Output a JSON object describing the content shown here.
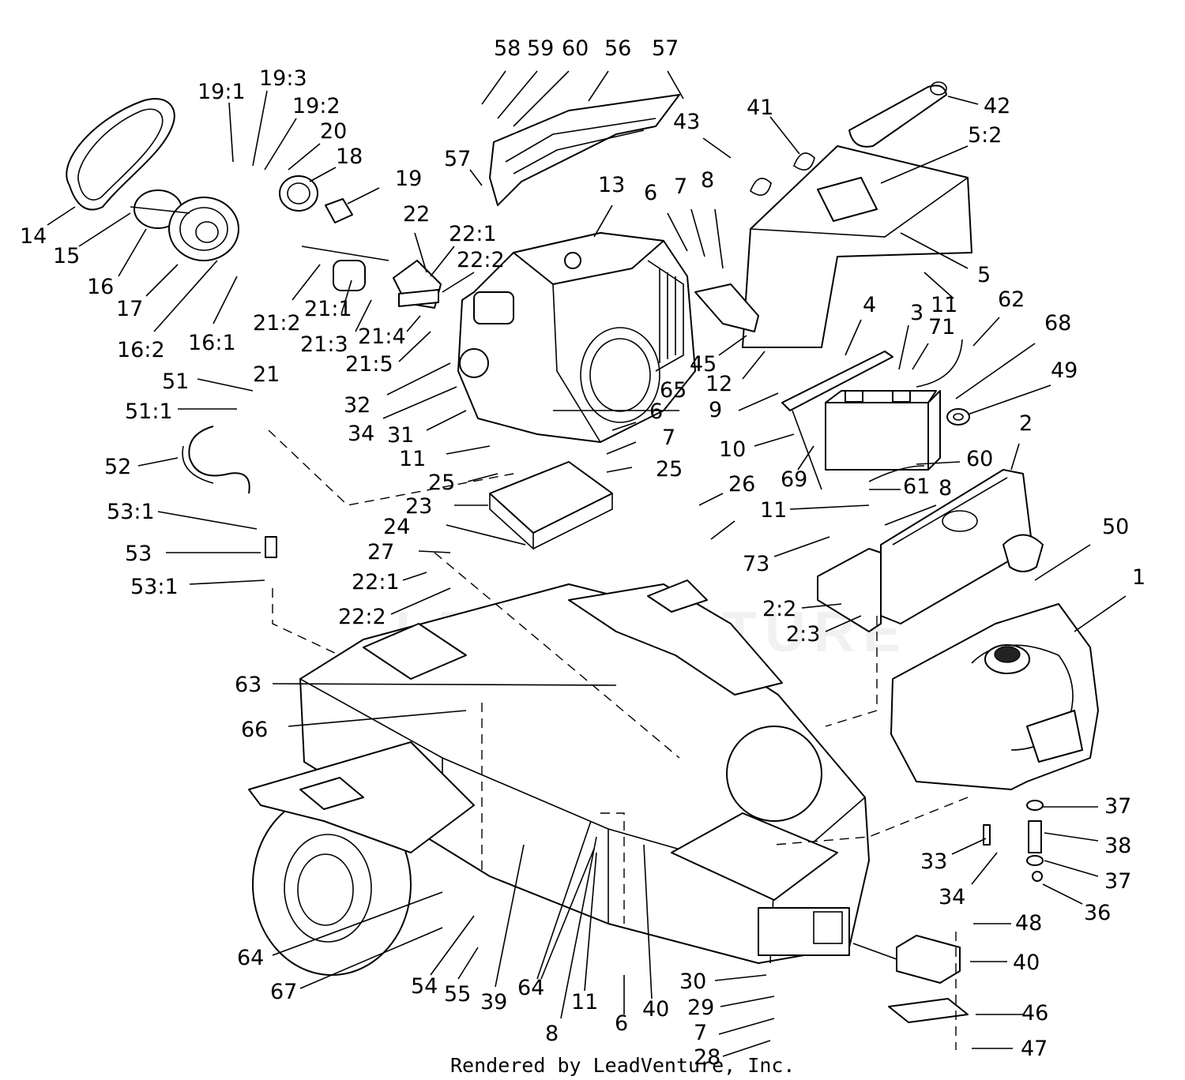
{
  "footer": "Rendered by LeadVenture, Inc.",
  "watermark": "LEADVENTURE",
  "callouts": [
    {
      "id": "1",
      "text": "1"
    },
    {
      "id": "2",
      "text": "2"
    },
    {
      "id": "2_2",
      "text": "2:2"
    },
    {
      "id": "2_3",
      "text": "2:3"
    },
    {
      "id": "3",
      "text": "3"
    },
    {
      "id": "4",
      "text": "4"
    },
    {
      "id": "5",
      "text": "5"
    },
    {
      "id": "5_2",
      "text": "5:2"
    },
    {
      "id": "6a",
      "text": "6"
    },
    {
      "id": "6b",
      "text": "6"
    },
    {
      "id": "6c",
      "text": "6"
    },
    {
      "id": "7a",
      "text": "7"
    },
    {
      "id": "7b",
      "text": "7"
    },
    {
      "id": "7c",
      "text": "7"
    },
    {
      "id": "8a",
      "text": "8"
    },
    {
      "id": "8b",
      "text": "8"
    },
    {
      "id": "8c",
      "text": "8"
    },
    {
      "id": "9",
      "text": "9"
    },
    {
      "id": "10",
      "text": "10"
    },
    {
      "id": "11a",
      "text": "11"
    },
    {
      "id": "11b",
      "text": "11"
    },
    {
      "id": "11c",
      "text": "11"
    },
    {
      "id": "11d",
      "text": "11"
    },
    {
      "id": "12",
      "text": "12"
    },
    {
      "id": "13",
      "text": "13"
    },
    {
      "id": "14",
      "text": "14"
    },
    {
      "id": "15",
      "text": "15"
    },
    {
      "id": "16",
      "text": "16"
    },
    {
      "id": "16_1",
      "text": "16:1"
    },
    {
      "id": "16_2",
      "text": "16:2"
    },
    {
      "id": "17",
      "text": "17"
    },
    {
      "id": "18",
      "text": "18"
    },
    {
      "id": "19",
      "text": "19"
    },
    {
      "id": "19_1",
      "text": "19:1"
    },
    {
      "id": "19_2",
      "text": "19:2"
    },
    {
      "id": "19_3",
      "text": "19:3"
    },
    {
      "id": "20",
      "text": "20"
    },
    {
      "id": "21",
      "text": "21"
    },
    {
      "id": "21_1",
      "text": "21:1"
    },
    {
      "id": "21_2",
      "text": "21:2"
    },
    {
      "id": "21_3",
      "text": "21:3"
    },
    {
      "id": "21_4",
      "text": "21:4"
    },
    {
      "id": "21_5",
      "text": "21:5"
    },
    {
      "id": "22",
      "text": "22"
    },
    {
      "id": "22_1a",
      "text": "22:1"
    },
    {
      "id": "22_1b",
      "text": "22:1"
    },
    {
      "id": "22_2a",
      "text": "22:2"
    },
    {
      "id": "22_2b",
      "text": "22:2"
    },
    {
      "id": "23",
      "text": "23"
    },
    {
      "id": "24",
      "text": "24"
    },
    {
      "id": "25a",
      "text": "25"
    },
    {
      "id": "25b",
      "text": "25"
    },
    {
      "id": "26",
      "text": "26"
    },
    {
      "id": "27",
      "text": "27"
    },
    {
      "id": "28",
      "text": "28"
    },
    {
      "id": "29",
      "text": "29"
    },
    {
      "id": "30",
      "text": "30"
    },
    {
      "id": "31",
      "text": "31"
    },
    {
      "id": "32",
      "text": "32"
    },
    {
      "id": "33",
      "text": "33"
    },
    {
      "id": "34a",
      "text": "34"
    },
    {
      "id": "34b",
      "text": "34"
    },
    {
      "id": "36",
      "text": "36"
    },
    {
      "id": "37a",
      "text": "37"
    },
    {
      "id": "37b",
      "text": "37"
    },
    {
      "id": "38",
      "text": "38"
    },
    {
      "id": "39",
      "text": "39"
    },
    {
      "id": "40a",
      "text": "40"
    },
    {
      "id": "40b",
      "text": "40"
    },
    {
      "id": "41",
      "text": "41"
    },
    {
      "id": "42",
      "text": "42"
    },
    {
      "id": "43",
      "text": "43"
    },
    {
      "id": "45",
      "text": "45"
    },
    {
      "id": "46",
      "text": "46"
    },
    {
      "id": "47",
      "text": "47"
    },
    {
      "id": "48",
      "text": "48"
    },
    {
      "id": "49",
      "text": "49"
    },
    {
      "id": "50",
      "text": "50"
    },
    {
      "id": "51",
      "text": "51"
    },
    {
      "id": "51_1",
      "text": "51:1"
    },
    {
      "id": "52",
      "text": "52"
    },
    {
      "id": "53",
      "text": "53"
    },
    {
      "id": "53_1a",
      "text": "53:1"
    },
    {
      "id": "53_1b",
      "text": "53:1"
    },
    {
      "id": "54",
      "text": "54"
    },
    {
      "id": "55",
      "text": "55"
    },
    {
      "id": "56",
      "text": "56"
    },
    {
      "id": "57a",
      "text": "57"
    },
    {
      "id": "57b",
      "text": "57"
    },
    {
      "id": "58",
      "text": "58"
    },
    {
      "id": "59",
      "text": "59"
    },
    {
      "id": "60a",
      "text": "60"
    },
    {
      "id": "60b",
      "text": "60"
    },
    {
      "id": "61",
      "text": "61"
    },
    {
      "id": "62",
      "text": "62"
    },
    {
      "id": "63",
      "text": "63"
    },
    {
      "id": "64a",
      "text": "64"
    },
    {
      "id": "64b",
      "text": "64"
    },
    {
      "id": "65",
      "text": "65"
    },
    {
      "id": "66",
      "text": "66"
    },
    {
      "id": "67",
      "text": "67"
    },
    {
      "id": "68",
      "text": "68"
    },
    {
      "id": "69",
      "text": "69"
    },
    {
      "id": "71",
      "text": "71"
    },
    {
      "id": "73",
      "text": "73"
    }
  ]
}
